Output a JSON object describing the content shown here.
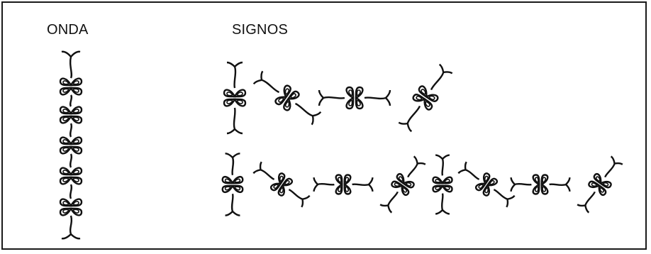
{
  "headings": {
    "onda": "ONDA",
    "signos": "SIGNOS"
  },
  "colors": {
    "ink": "#111111",
    "background": "#ffffff",
    "border": "#1a1a1a"
  },
  "onda_column": {
    "knot_count": 5,
    "glyph": "knot-rosette"
  },
  "signos_rows": [
    {
      "row": "top",
      "glyphs": [
        "knot-vertical",
        "knot-diagonal-down",
        "knot-horizontal",
        "knot-diagonal-up"
      ]
    },
    {
      "row": "bottom",
      "glyphs": [
        "knot-vertical",
        "knot-diagonal-down",
        "knot-horizontal",
        "knot-diagonal-up",
        "knot-vertical",
        "knot-diagonal-down",
        "knot-horizontal",
        "knot-diagonal-up"
      ]
    }
  ]
}
